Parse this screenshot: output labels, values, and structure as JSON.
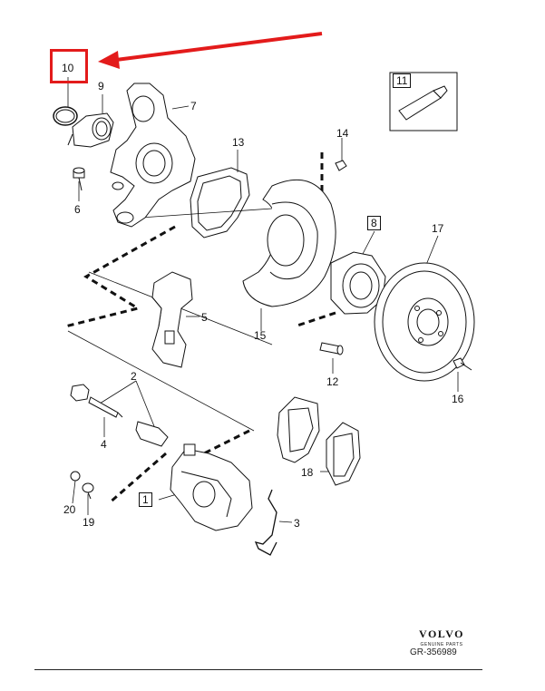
{
  "callouts": {
    "c1": "1",
    "c2": "2",
    "c3": "3",
    "c4": "4",
    "c5": "5",
    "c6": "6",
    "c7": "7",
    "c8": "8",
    "c9": "9",
    "c10": "10",
    "c11": "11",
    "c12": "12",
    "c13": "13",
    "c14": "14",
    "c15": "15",
    "c16": "16",
    "c17": "17",
    "c18": "18",
    "c19": "19",
    "c20": "20"
  },
  "brand": {
    "name": "VOLVO",
    "subtitle": "GENUINE PARTS"
  },
  "reference_code": "GR-356989",
  "colors": {
    "highlight": "#e31b1b",
    "line": "#111111"
  }
}
